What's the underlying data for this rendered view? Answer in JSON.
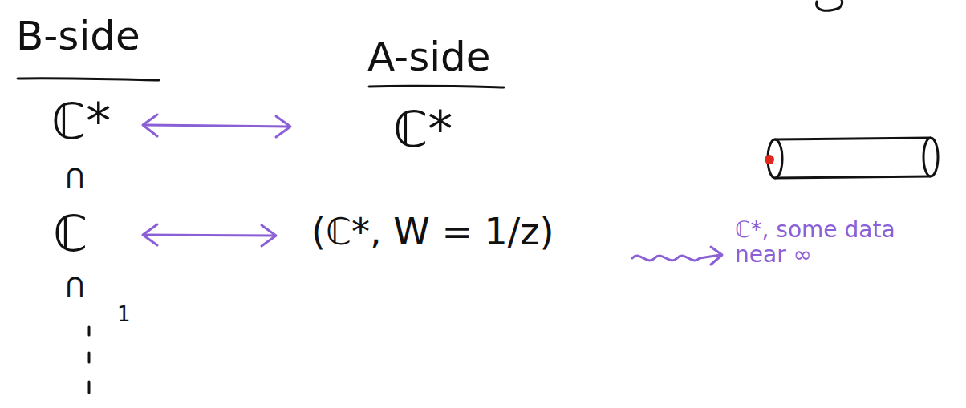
{
  "diagram": {
    "labels": [
      "B-side",
      "A-side",
      "ℂ*",
      "ℂ*",
      "⊂",
      "ℂ",
      "(ℂ*, W = 1/z)",
      "ℂ*, some data near ∞",
      "⊂",
      "1"
    ]
  }
}
